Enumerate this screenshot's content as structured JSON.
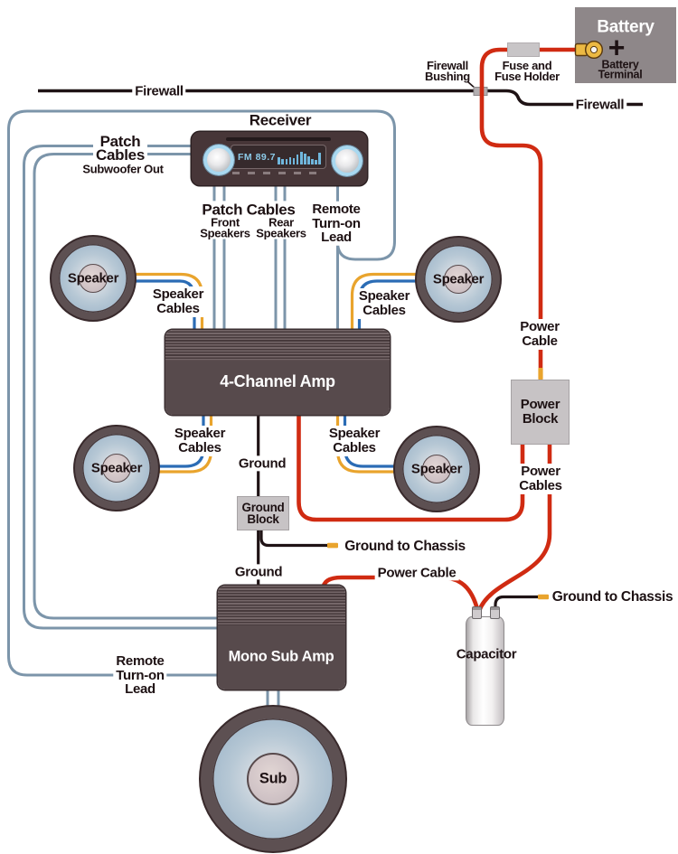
{
  "firewall": {
    "left_label": "Firewall",
    "right_label": "Firewall",
    "bushing_label": "Firewall\nBushing"
  },
  "battery": {
    "title": "Battery",
    "plus": "+",
    "terminal_label": "Battery\nTerminal",
    "fuse_label": "Fuse and\nFuse Holder"
  },
  "power": {
    "cable_top_label": "Power\nCable",
    "block_label": "Power\nBlock",
    "cables_label": "Power\nCables",
    "cable_bottom_label": "Power Cable"
  },
  "ground": {
    "upper_label": "Ground",
    "lower_label": "Ground",
    "block_label": "Ground\nBlock",
    "chassis_label_1": "Ground to Chassis",
    "chassis_label_2": "Ground to Chassis"
  },
  "receiver": {
    "title": "Receiver",
    "display": "FM 89.7",
    "eq_bars": [
      8,
      6,
      6,
      8,
      7,
      11,
      14,
      12,
      9,
      6,
      5,
      13
    ]
  },
  "patch": {
    "subout_title": "Patch\nCables",
    "subout_sub": "Subwoofer Out",
    "center_title": "Patch Cables",
    "front_label": "Front\nSpeakers",
    "rear_label": "Rear\nSpeakers"
  },
  "remote": {
    "top_label": "Remote\nTurn-on\nLead",
    "bottom_label": "Remote\nTurn-on\nLead"
  },
  "speakers": {
    "label": "Speaker",
    "cables_label": "Speaker\nCables"
  },
  "amps": {
    "four_channel_label": "4-Channel Amp",
    "mono_label": "Mono Sub Amp"
  },
  "sub": {
    "label": "Sub"
  },
  "capacitor": {
    "label": "Capacitor"
  },
  "colors": {
    "power_cable": "#d02b12",
    "ground_wire": "#1f1315",
    "patch_cable": "#7c95aa",
    "speaker_wire_yellow": "#e9a42d",
    "speaker_wire_blue": "#2b6cb5",
    "accent_tip": "#e9a42d"
  }
}
